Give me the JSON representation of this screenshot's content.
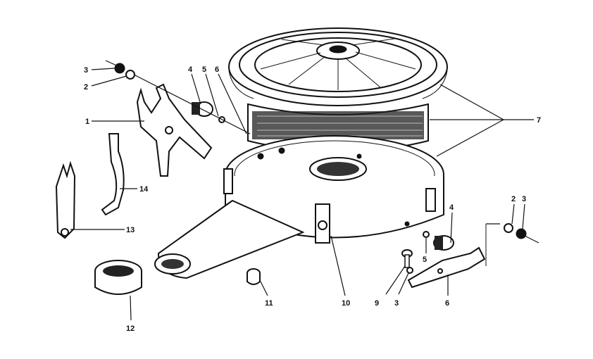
{
  "diagram": {
    "callouts": {
      "c1": "1",
      "c2_left": "2",
      "c3_left": "3",
      "c4_left": "4",
      "c5_left": "5",
      "c6_top": "6",
      "c7": "7",
      "c2_right": "2",
      "c3_right": "3",
      "c4_right": "4",
      "c5_right": "5",
      "c6_bottom": "6",
      "c9": "9",
      "c3_bottom": "3",
      "c10": "10",
      "c11": "11",
      "c12": "12",
      "c13": "13",
      "c14": "14"
    }
  }
}
